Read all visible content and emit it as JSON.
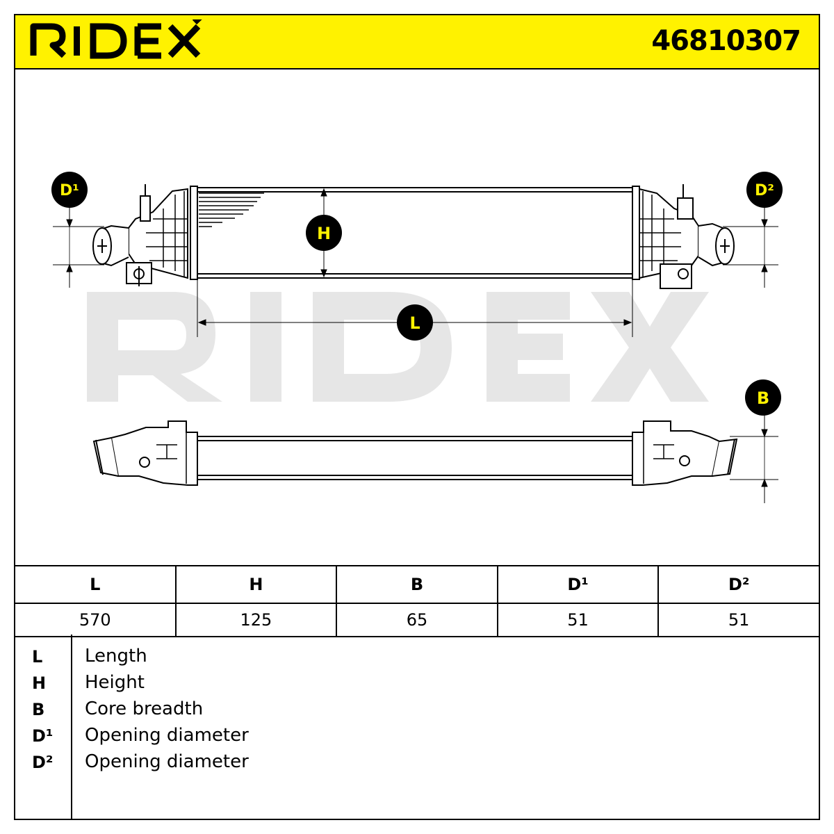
{
  "brand": "RIDEX",
  "part_number": "46810307",
  "diagram": {
    "watermark": "RIDEX",
    "labels": {
      "d1": "D¹",
      "d2": "D²",
      "h": "H",
      "l": "L",
      "b": "B"
    }
  },
  "table": {
    "headers": [
      "L",
      "H",
      "B",
      "D¹",
      "D²"
    ],
    "values": [
      "570",
      "125",
      "65",
      "51",
      "51"
    ]
  },
  "legend": [
    {
      "symbol": "L",
      "text": "Length"
    },
    {
      "symbol": "H",
      "text": "Height"
    },
    {
      "symbol": "B",
      "text": "Core breadth"
    },
    {
      "symbol": "D¹",
      "text": "Opening diameter"
    },
    {
      "symbol": "D²",
      "text": "Opening diameter"
    }
  ],
  "colors": {
    "header_bg": "#FFF200",
    "label_circle": "#000000",
    "label_text": "#FFF200",
    "watermark": "#E6E6E6"
  }
}
